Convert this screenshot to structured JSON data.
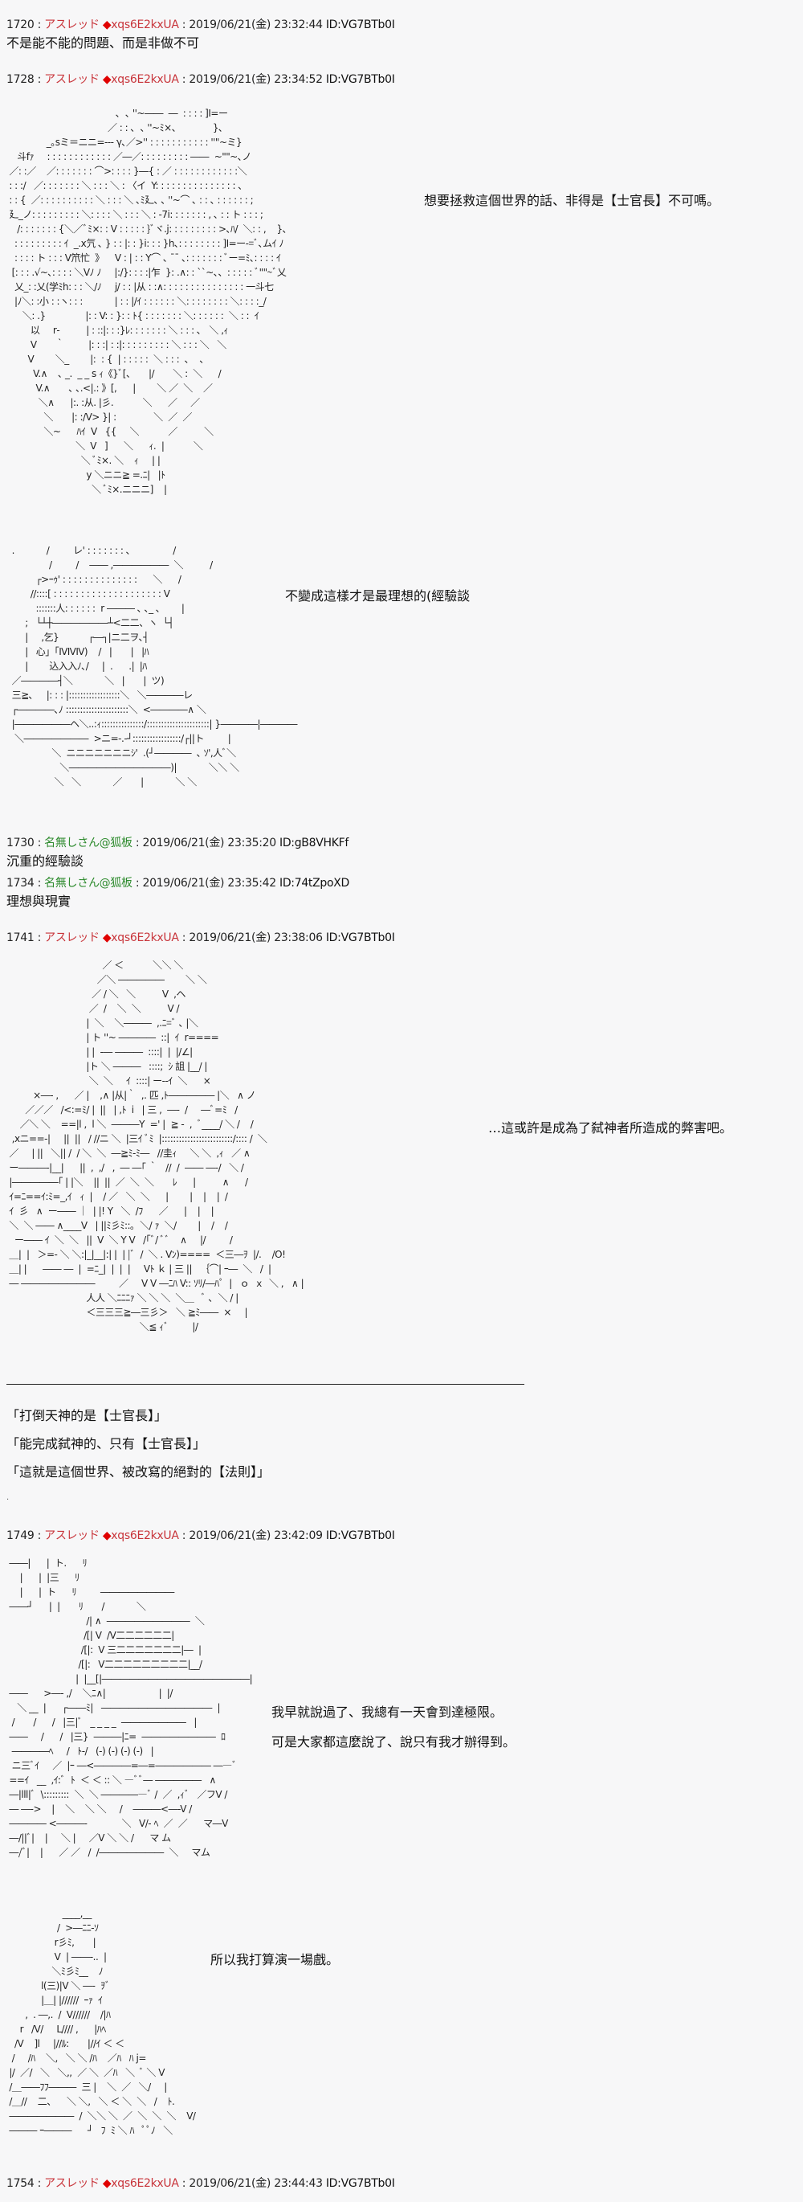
{
  "posts": [
    {
      "num": "1720",
      "name": "アスレッド",
      "trip": "◆xqs6E2kxUA",
      "date": "2019/06/21(金) 23:32:44",
      "id": "ID:VG7BTb0I",
      "body": "不是能不能的問題、而是非做不可"
    },
    {
      "num": "1728",
      "name": "アスレッド",
      "trip": "◆xqs6E2kxUA",
      "date": "2019/06/21(金) 23:34:52",
      "id": "ID:VG7BTb0I",
      "dialogue1": "想要拯救這個世界的話、非得是【士官長】不可嗎。",
      "dialogue2": "不變成這樣才是最理想的(經驗談",
      "art1": "                                         ､  ､ ''~――  ―  : : : : ]I=ー\n                                      ／ : : ､  ､ ''~ﾐ×、            }､\n               _｡sミ＝ニニ=-‐- γ､／>'' : : : : : : : : : : : ''\"~ミ}\n    斗fｧ     : : : : : : : : : : : : ／―／: : : : : : : : : ――  ~\"\"~､ノ\n ／: :／    ／: : : : : : : ⌒>: : : : }―{ : ／ : : : : : : : : : : : :＼\n : : :/   ／: : : : : : : ＼ : : : ＼ : 〈イ  Y: : : : : : : : : : : : : : : ､\n : : {  ／: : : : : : : : : : ＼ : : : ＼ ､ﾐ廴､ ､ ''~⌒ ､ : : ､ : : : : : : ;\n 廴_ノ: : : : : : : : : ＼: : : : ＼ : : : ＼ : ‐7i: : : : : : : , ､ : : ト : : : ;\n    /: : : : : : : {＼／ﾞﾐ×: : V : : : : : }ﾞヾ.j: : : : : : : : : >､ﾊ/  ＼: : ,    }､\n   : : : : : : : : : ｲ  _.x氕 ､ } : : |: : }i: : : }h､: : : : : : : : ]I=ー‐=ﾞ､ムｲ ﾉ\n   : : : : ト : : : V笊忙  》    V : | : : Y⌒ ､ ¯¯ ､: : : : : : : ﾞー=ﾐ､: : : : ｲ\n  [: : : .√~､: : : : ＼Vﾉ ﾉ     |:/}: : : :|乍  }: .∧: : ``~､、: : : : : ﾞ\"\"~ﾞ乂\n   乂_: :乂(学ﾐh: : : ＼/ﾉ     j/ : : |从 : :∧: : : : : : : : : : : : : : : 一斗七\n   |ﾉ＼: :小 : :ヽ: : :            | : : |/ｲ : : : : : : ＼: : : : : : : : ＼: : : :_/\n      ＼: .}               |: : V: : }: : ﾄ{ : : : : : : : ＼: : : : : :  ＼ : :  ｲ\n         以     r‐          | : ::|: : :}ﾚ: : : : : : : ＼ : : : ､   ＼ ,ｨ\n         V       ｀         |: : :| : :|: : : : : : : : : ＼ : : : ＼   ＼\n        V        ＼_        |:  : {  | : : : : :  ＼ : : :  ､    ､\n          V.∧    ､ _.  _ _ s ｨ《}ﾞ[、     |/       ＼ :  ＼      /\n           V.∧       ､ ､.<|.: 》[,      |        ＼ ／  ＼    ／\n            ＼∧      |:. :从. |彡.           ＼      ／     ／\n              ＼       |: :/V> }| :              ＼  ／  ／\n              ＼~      ﾊｲ  V   {{     ＼           ／          ＼\n                          ＼  V   ]      ＼      ｨ.  |           ＼\n                            ＼ ﾞﾐ×. ＼    ｨ     | |\n                              y ＼ニニ≧ =.ﾆ|   |ﾄ\n                                ＼ ﾞﾐ×.ニニニ]    |",
      "art2": "  .            /         レ' : : : : : : : ､                /\n                /         /    ―― ,――――――  ＼          /\n           ┌>ｰｩ' : : : : : : : : : : : : : :      ＼      /\n         //::::[ : : : : : : : : : : : : : : : : : : : : V\n           :::::::人: : : : : :  r ――― ､ ､_ ､        |\n       ;   └┴┼――――――┴<二二、ヽ  └┤\n       |     ,乞}           ┌―┐|ニ二ヲ､┤\n       |   心」｢ⅣⅣⅣ)    /   |       |   |ﾊ\n       |        込入入ﾉ､/     |  .      .|  |ﾊ\n  ／――――┤＼            ＼   |       |  ツ)\n  三≧､     |: : : |::::::::::::::::::＼   ＼――――レ\n  ┌――――､ﾉ ::::::::::::::::::::::＼  <――――∧ ＼\n  |――――――ヘ＼..:ｨ:::::::::::::::/::::::::::::::::::::::| }――――|――――\n   ＼―――――――  >ニ=‐.‐┘:::::::::::::::::/┌||ト         |\n                 ＼  ニニニニニニニｼ'  .(┘――――  ､ ｿ',人ﾞ＼\n                    ＼―――――――――――)|            ＼＼ ＼\n                  ＼   ＼            ／       |            ＼ ＼"
    },
    {
      "num": "1730",
      "name": "名無しさん@狐板",
      "date": "2019/06/21(金) 23:35:20",
      "id": "ID:gB8VHKFf",
      "body": "沉重的經驗談"
    },
    {
      "num": "1734",
      "name": "名無しさん@狐板",
      "date": "2019/06/21(金) 23:35:42",
      "id": "ID:74tZpoXD",
      "body": "理想與現實"
    },
    {
      "num": "1741",
      "name": "アスレッド",
      "trip": "◆xqs6E2kxUA",
      "date": "2019/06/21(金) 23:38:06",
      "id": "ID:VG7BTb0I",
      "dialogue": "…這或許是成為了弑神者所造成的弊害吧。",
      "art": "                                    ／ ＜           ＼＼ ＼\n                                  ／＼ ―――――        ＼ ＼\n                                ／ / ＼   ＼          V  ,ヘ\n                               ／  /    ＼  ＼          V /\n                              |  ＼    ＼―――  ,.ﾆ=ﾞ ､ |＼\n                              | ト ''~ ――――  ::|  ｲ  r====\n                              | |  ‐― ―――  ::::|  |  |/∠|\n                              |ト ＼ ―――   ::::;  ｼ 詛 |__/ |\n                               ＼  ＼     ｲ  ::::| ー--ｲ  ＼      ×\n          ×―‐ ,      ／ |    ,∧ |从|｀  ,. 匹 ,ﾄ――――― |＼   ∧ ノ\n       ／／／   /<:=ﾐ/ |  ||   | ,ﾄ  i   | 三 ,  ―‐  /     ―ﾞ=ﾐ   /\n     ／＼ ＼    ==|l ,  l ＼  ―――Y  =' |  ≧ ‐  ,  ﾞ____/ ＼ /    /\n  ,xニ==‐|     ||  ||   / //ニ ＼  |三ｲ ﾞﾐ  |:::::::::::::::::::::::::/:::: /  ＼\n ／     | ||   ＼|| /  / ＼  ＼  ―≧ﾐ-ﾐ―   //圭ｨ     ＼ ＼  ,ｨ   ／ ∧\n ー―――‐|__|      ||  ,  ,/   ,  ― ―｢ ｀   //  /  ―― ―‐/   ＼ /\n |―――――｢ | |＼    ||  ||  ／  ＼  ＼       ﾚ      |          ∧      /\n ｲ=ﾆ==ｲ:ﾐ=_,ｲ   ｨ  |    / ／   ＼  ＼      |        |    |    |  /\n ｲ  彡   ∧  ー―― ｜  | |! Y   ＼  /ﾌ      ／      |    |    |\n ＼  ＼ ―― ∧____V   | ||ﾐ彡ﾐ::｡  ＼/ ｧ  ＼/        |    /    /\n   ー―― ｲ  ＼  ＼   ||  V  ＼ Y V   /｢ﾞ/ ﾞﾞ    ∧     |/         /\n ＿|  |   ＞=‐ ＼ ＼:|_|__|:| |  | |ﾞ  /  ＼ . Vﾝ)====  ＜三―ｦ  |/.    /O!\n ＿| |      ―― ―  |  =ﾆ_|  |  |  |     Vﾄ ｋ | 三 ||   ｛⌒| ｰ―  ＼   /  |\n ― ――――――――         ／     V V ―ﾆﾊ V:: ｿﾘ/―ﾊﾟ  |   ｏ  ｘ  ＼ ,   ∧ |\n                              人人 ＼ﾆﾆﾆｧ ＼ ＼ ＼  ＼＿   ﾞ ､  ＼ / |\n                              ＜三三三≧―三彡＞   ＼ ≧ﾐ――  ×     |\n                                                  ＼≦ ｨﾞ         |/",
      "lines": [
        "「打倒天神的是【士官長】」",
        "「能完成弑神的、只有【士官長】」",
        "「這就是這個世界、被改寫的絕對的【法則】」"
      ],
      "dot": "."
    },
    {
      "num": "1749",
      "name": "アスレッド",
      "trip": "◆xqs6E2kxUA",
      "date": "2019/06/21(金) 23:42:09",
      "id": "ID:VG7BTb0I",
      "dialogue1": "我早就說過了、我總有一天會到達極限。",
      "dialogue2": "可是大家都這麼說了、說只有我才辦得到。",
      "dialogue3": "所以我打算演一場戲。",
      "art1": " ――|      |  ト.      ﾘ\n     |      |  |三      ﾘ\n     |      |  ト      ﾘ         ――――――――\n ――┘      |  |       ﾘ       /            ＼\n                              /| ∧  ―――――――――  ＼\n                             /[| V  /V二二二二二二|\n                            /[|:  V 三二二二二二二二|―  |\n                           /[|:   V二二二二二二二二二|__/\n                          |  |__[|――――――――――――――――|\n ――      >―‐ ,/    ＼ﾆ∧|                    |  |/\n    ＼ __  |      ┌――ﾐ|   ――――――――――――  |\n  /       /      /   |三|ﾞ   _ _ _ _  ―――――――   |\n ――     /      /   |三}  ―――|ﾆ=  ――――――――  ﾛ\n  ――――ﾍ     /   ﾄ‐/   (-) (-) (-) (-)   |\n  ニ三ﾞｲ     ／  |ｰ ―<――――=―=―――――― ――ﾞ\n ==ｲ   __  ,ｲ:ﾞ  ﾄ  ＜ ＜ :: ＼ ―ﾞﾞ― ―――――   ∧\n ―|lll|ﾞ  \\:::::::::  ＼  ＼ ―――――ﾞ /  ／  ,ｨﾞ   ／フV /\n ― ―‐>    |    ＼    ＼ ＼     /    ―――<―‐V /\n ―――― <―――‐             ＼   V/‐ ﾍ  ／  ／      マ―V\n ―/||ﾞ|    |     ＼ |     ／V ＼ ＼ /      マ ム\n ―/ﾞ|    |      ／ ／   /  /―――――――  ＼     マム",
      "art2": "                     ____,__\n                   /  >―ﾆﾆ-ｿ\n                  r彡ﾐ,       |\n                  V  | ――‐..  |\n                 ＼ﾐ彡ﾐ__    ﾉ\n             l(三)|V ＼ ―‐  ｦﾞ\n             |＿| |//////  ｰｧ  ｲ\n       ,  . ―,.  /  V//////    /|ﾊ\n     r   /V/     L//// ,      |ﾊﾍ\n   /V    ]l     |//ﾙ:       |//ｲ ＜ ＜\n  /     /ﾊ    ＼,   ＼ ＼ /ﾊ    ／ﾊ   ﾊ j=\n |/  ／/   ＼   ＼,,  ／ ＼  ／ﾊ   ＼  ﾞ ＼ V\n /＿――ﾌﾌ―――  三 |    ＼  ／   ＼/     |\n /＿//    二、    ＼ ＼,   ＼ ＜ ＼  ＼   /    ﾄ.\n ―――――――  /  ＼＼ ＼  ／  ＼  ＼  ＼    V/\n ――― ｰ―――      ┘   ﾌ  ﾐ ＼ ﾊ   ﾟﾟﾉ   ＼"
    },
    {
      "num": "1754",
      "name": "アスレッド",
      "trip": "◆xqs6E2kxUA",
      "date": "2019/06/21(金) 23:44:43",
      "id": "ID:VG7BTb0I"
    }
  ],
  "colors": {
    "name_red": "#c8343a",
    "name_green": "#2e8b2e",
    "diamond": "#e00000",
    "background": "#f7f7f8"
  }
}
